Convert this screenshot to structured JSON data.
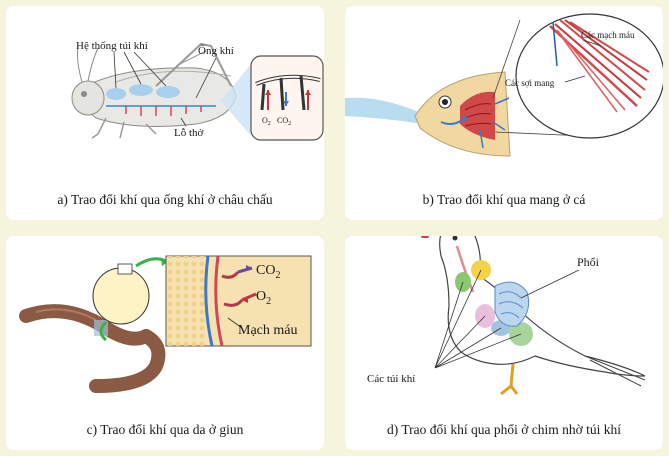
{
  "panels": {
    "a": {
      "caption": "a) Trao đổi khí qua ống khí ở châu chấu",
      "labels": {
        "air_sacs": "Hệ thống túi khí",
        "trachea": "Ống khí",
        "spiracle": "Lỗ thở",
        "o2": "O",
        "o2_sub": "2",
        "co2": "CO",
        "co2_sub": "2"
      }
    },
    "b": {
      "caption": "b) Trao đổi khí qua mang ở cá",
      "labels": {
        "vessels": "Các mạch máu",
        "filaments": "Các sợi mang"
      }
    },
    "c": {
      "caption": "c) Trao đổi khí qua da ở giun",
      "labels": {
        "co2": "CO",
        "co2_sub": "2",
        "o2": "O",
        "o2_sub": "2",
        "vessel": "Mạch máu"
      }
    },
    "d": {
      "caption": "d) Trao đổi khí qua phổi ở chim nhờ túi khí",
      "labels": {
        "lung": "Phổi",
        "air_sacs": "Các túi khí"
      }
    }
  },
  "colors": {
    "background": "#f4f5dc",
    "panel": "#ffffff",
    "blood_red": "#c8323c",
    "air_blue": "#3c78c8",
    "worm_brown": "#8a5a44",
    "green_arrow": "#3cb04a"
  }
}
